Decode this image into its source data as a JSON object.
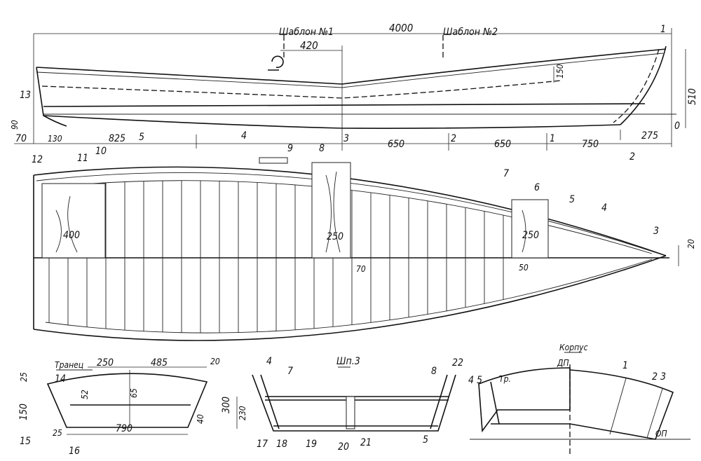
{
  "side_view": {
    "template1": "Шаблон №1",
    "template2": "Шаблон №2",
    "length": "4000",
    "dim_420": "420",
    "dim_150": "150",
    "dim_510": "510",
    "dim_90": "90",
    "zero": "0",
    "dims_bottom": [
      "70",
      "130",
      "825",
      "650",
      "650",
      "750",
      "275"
    ],
    "stations": [
      "5",
      "4",
      "3",
      "2",
      "1"
    ],
    "parts": {
      "p1": "1",
      "p2": "2",
      "p8": "8",
      "p9": "9",
      "p10": "10",
      "p11": "11",
      "p12": "12",
      "p13": "13"
    }
  },
  "plan_view": {
    "parts": {
      "p3": "3",
      "p4": "4",
      "p5": "5",
      "p6": "6",
      "p7": "7"
    },
    "dim_400": "400",
    "dim_250a": "250",
    "dim_250b": "250",
    "dim_70": "70",
    "dim_50": "50",
    "dim_20": "20"
  },
  "transom": {
    "title": "Транец",
    "part14": "14",
    "part15": "15",
    "part16": "16",
    "dim_250": "250",
    "dim_485": "485",
    "dim_20": "20",
    "dim_25": "25",
    "dim_52": "52",
    "dim_65": "65",
    "dim_300": "300",
    "dim_150": "150",
    "dim_40": "40",
    "dim_25b": "25",
    "dim_790": "790"
  },
  "frame3": {
    "title": "Шп.3",
    "dim_230": "230",
    "parts": {
      "p4": "4",
      "p7": "7",
      "p8": "8",
      "p22": "22",
      "p17": "17",
      "p18": "18",
      "p19": "19",
      "p20": "20",
      "p21": "21",
      "p5": "5"
    }
  },
  "body_plan": {
    "title": "Корпус",
    "dp": "ДП",
    "op": "ОП",
    "tr": "Тр.",
    "stations_aft": "4 5",
    "station1": "1",
    "stations_fwd": "2 3"
  }
}
